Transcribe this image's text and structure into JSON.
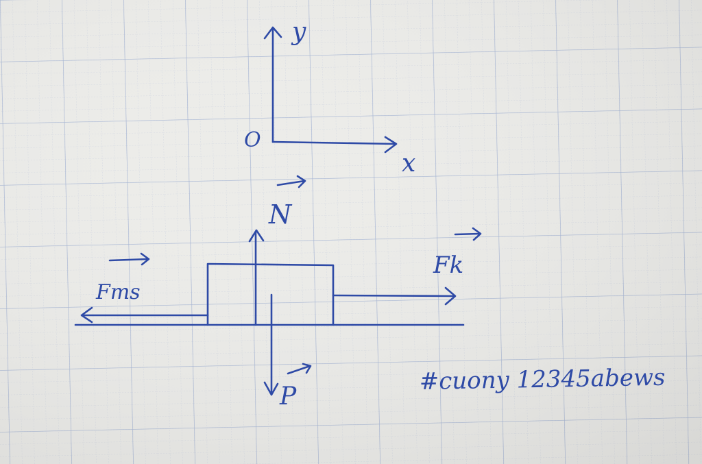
{
  "axes": {
    "origin_label": "O",
    "x_label": "x",
    "y_label": "y"
  },
  "forces": {
    "normal": "N",
    "weight": "P",
    "pull": "Fk",
    "friction": "Fms"
  },
  "caption": "#cuony 12345abews",
  "colors": {
    "ink": "#2e4aa6",
    "paper": "#e9e9e6",
    "grid_major": "#9fb0d2",
    "grid_minor": "#c9d0de"
  }
}
